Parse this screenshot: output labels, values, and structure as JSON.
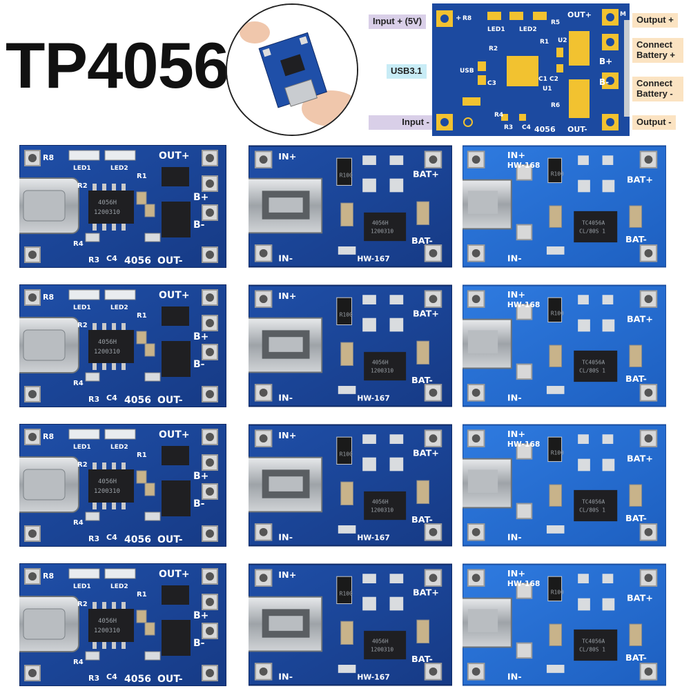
{
  "title": "TP4056",
  "diagram": {
    "labels_left": [
      "Input + (5V)",
      "USB3.1",
      "Input -"
    ],
    "labels_right": [
      "Output +",
      "Connect Battery +",
      "Connect Battery -",
      "Output -"
    ],
    "pcb": {
      "r8": "R8",
      "led1": "LED1",
      "led2": "LED2",
      "r5": "R5",
      "out_plus": "OUT+",
      "m": "M",
      "r2": "R2",
      "r1": "R1",
      "u2": "U2",
      "b_plus": "B+",
      "usb": "USB",
      "c3": "C3",
      "c1": "C1",
      "c2": "C2",
      "u1": "U1",
      "b_minus": "B-",
      "r6": "R6",
      "r4": "R4",
      "r3": "R3",
      "c4": "C4",
      "model": "4056",
      "out_minus": "OUT-",
      "plus": "+"
    }
  },
  "boards": {
    "typec": {
      "r8": "R8",
      "led1": "LED1",
      "led2": "LED2",
      "out_plus": "OUT+",
      "r2": "R2",
      "r1": "R1",
      "b_plus": "B+",
      "b_minus": "B-",
      "r4": "R4",
      "r3": "R3",
      "c4": "C4",
      "model": "4056",
      "out_minus": "OUT-",
      "chip_line1": "4056H",
      "chip_line2": "1200310"
    },
    "mini": {
      "in_plus": "IN+",
      "in_minus": "IN-",
      "bat_plus": "BAT+",
      "bat_minus": "BAT-",
      "model": "HW-167",
      "res": "R100",
      "chip_line1": "4056H",
      "chip_line2": "1200310"
    },
    "micro": {
      "in_plus": "IN+",
      "in_minus": "IN-",
      "bat_plus": "BAT+",
      "bat_minus": "BAT-",
      "model": "HW-168",
      "res": "R100",
      "chip_line1": "TC4056A",
      "chip_line2": "CL/80S 1"
    }
  },
  "colors": {
    "pcb_dark": "#1b3f8f",
    "pcb_light": "#2a6fd6",
    "pad_gold": "#f2c230"
  }
}
